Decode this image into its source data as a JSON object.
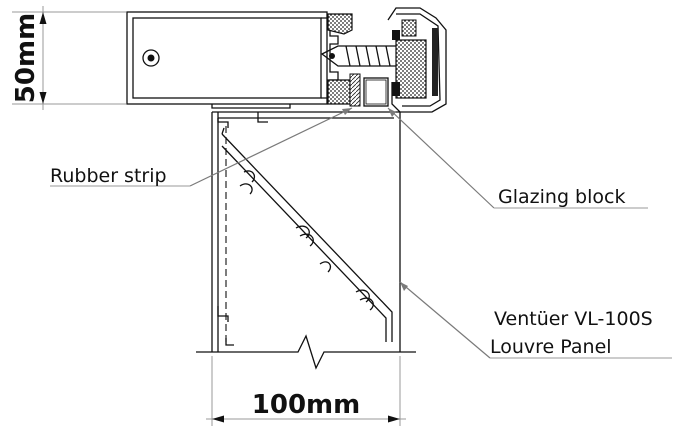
{
  "labels": {
    "rubber_strip": "Rubber strip",
    "glazing_block": "Glazing block",
    "product_line1": "Ventüer VL-100S",
    "product_line2": "Louvre Panel"
  },
  "dimensions": {
    "height": "50mm",
    "width": "100mm"
  }
}
